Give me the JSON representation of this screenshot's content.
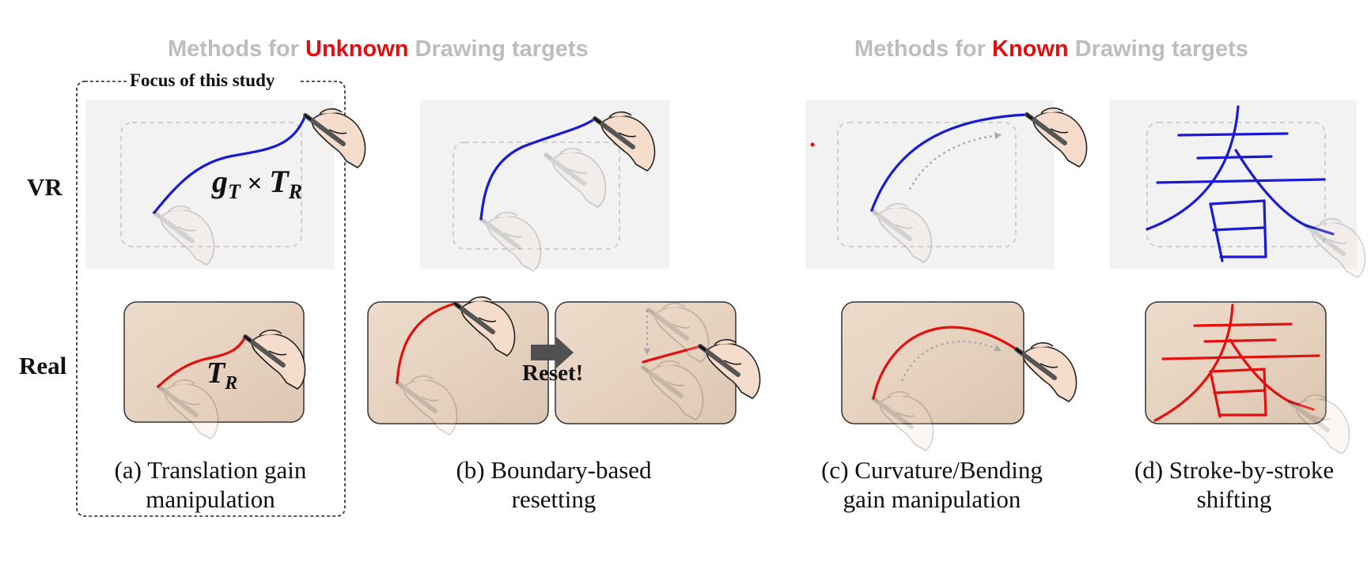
{
  "headers": {
    "unknown": {
      "pre": "Methods for ",
      "highlight": "Unknown",
      "post": " Drawing targets"
    },
    "known": {
      "pre": "Methods for ",
      "highlight": "Known",
      "post": " Drawing targets"
    }
  },
  "focus_label": "Focus of this study",
  "row_labels": {
    "vr": "VR",
    "real": "Real"
  },
  "panel_a": {
    "vr_formula_g": "g",
    "vr_formula_g_sub": "T",
    "vr_formula_times": " × ",
    "vr_formula_t": "T",
    "vr_formula_t_sub": "R",
    "real_formula_t": "T",
    "real_formula_t_sub": "R"
  },
  "panel_b": {
    "reset_label": "Reset!"
  },
  "character": "春",
  "captions": [
    {
      "line1": "(a) Translation gain",
      "line2": "manipulation"
    },
    {
      "line1": "(b) Boundary-based",
      "line2": "resetting"
    },
    {
      "line1": "(c) Curvature/Bending",
      "line2": "gain manipulation"
    },
    {
      "line1": "(d) Stroke-by-stroke",
      "line2": "shifting"
    }
  ],
  "colors": {
    "highlight": "#e01010",
    "vr_stroke": "#1a1ad4",
    "real_stroke": "#e31010",
    "header_gray": "#bdbdbd",
    "desk": "#e8d6c4"
  }
}
